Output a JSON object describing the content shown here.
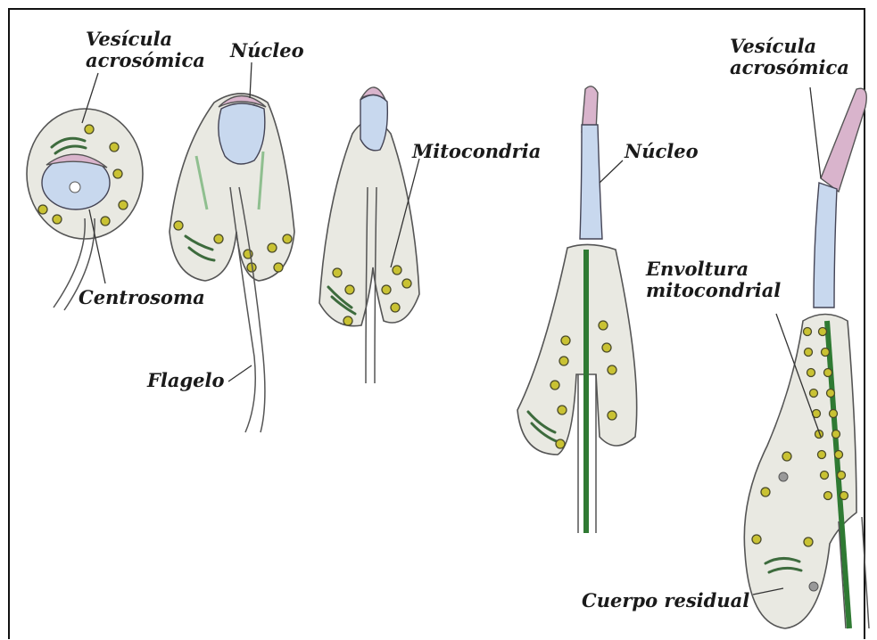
{
  "labels": {
    "vesicle_left_line1": "Vesícula",
    "vesicle_left_line2": "acrosómica",
    "nucleus_top": "Núcleo",
    "mitochondria": "Mitocondria",
    "nucleus_right": "Núcleo",
    "vesicle_right_line1": "Vesícula",
    "vesicle_right_line2": "acrosómica",
    "centrosome": "Centrosoma",
    "flagellum": "Flagelo",
    "mito_sheath_line1": "Envoltura",
    "mito_sheath_line2": "mitocondrial",
    "residual_body": "Cuerpo residual"
  },
  "colors": {
    "cytoplasm": "#e9e9e2",
    "nucleus": "#c8d8ee",
    "acrosome": "#d9b4cc",
    "mitochondria": "#c9c233",
    "golgi": "#3d6b3d",
    "axoneme": "#2f7a33"
  }
}
